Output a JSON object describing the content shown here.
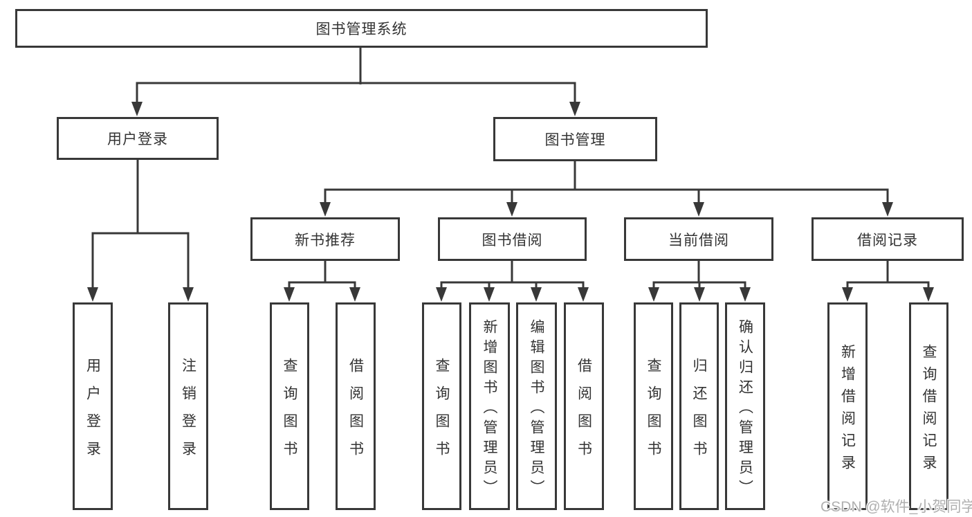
{
  "diagram": {
    "root": {
      "label": "图书管理系统"
    },
    "level2": [
      {
        "label": "用户登录"
      },
      {
        "label": "图书管理"
      }
    ],
    "level3": [
      {
        "label": "新书推荐",
        "parent": "图书管理"
      },
      {
        "label": "图书借阅",
        "parent": "图书管理"
      },
      {
        "label": "当前借阅",
        "parent": "图书管理"
      },
      {
        "label": "借阅记录",
        "parent": "图书管理"
      }
    ],
    "leaves": [
      {
        "label": "用户登录",
        "parent": "用户登录"
      },
      {
        "label": "注销登录",
        "parent": "用户登录"
      },
      {
        "label": "查询图书",
        "parent": "新书推荐"
      },
      {
        "label": "借阅图书",
        "parent": "新书推荐"
      },
      {
        "label": "查询图书",
        "parent": "图书借阅"
      },
      {
        "label": "新增图书（管理员）",
        "parent": "图书借阅"
      },
      {
        "label": "编辑图书（管理员）",
        "parent": "图书借阅"
      },
      {
        "label": "借阅图书",
        "parent": "图书借阅"
      },
      {
        "label": "查询图书",
        "parent": "当前借阅"
      },
      {
        "label": "归还图书",
        "parent": "当前借阅"
      },
      {
        "label": "确认归还（管理员）",
        "parent": "当前借阅"
      },
      {
        "label": "新增借阅记录",
        "parent": "借阅记录"
      },
      {
        "label": "查询借阅记录",
        "parent": "借阅记录"
      }
    ]
  },
  "watermark": {
    "text": "CSDN @软件_小贺同学"
  },
  "colors": {
    "line": "#383838",
    "text": "#333333",
    "background": "#ffffff",
    "watermark": "#b0b0b0"
  }
}
